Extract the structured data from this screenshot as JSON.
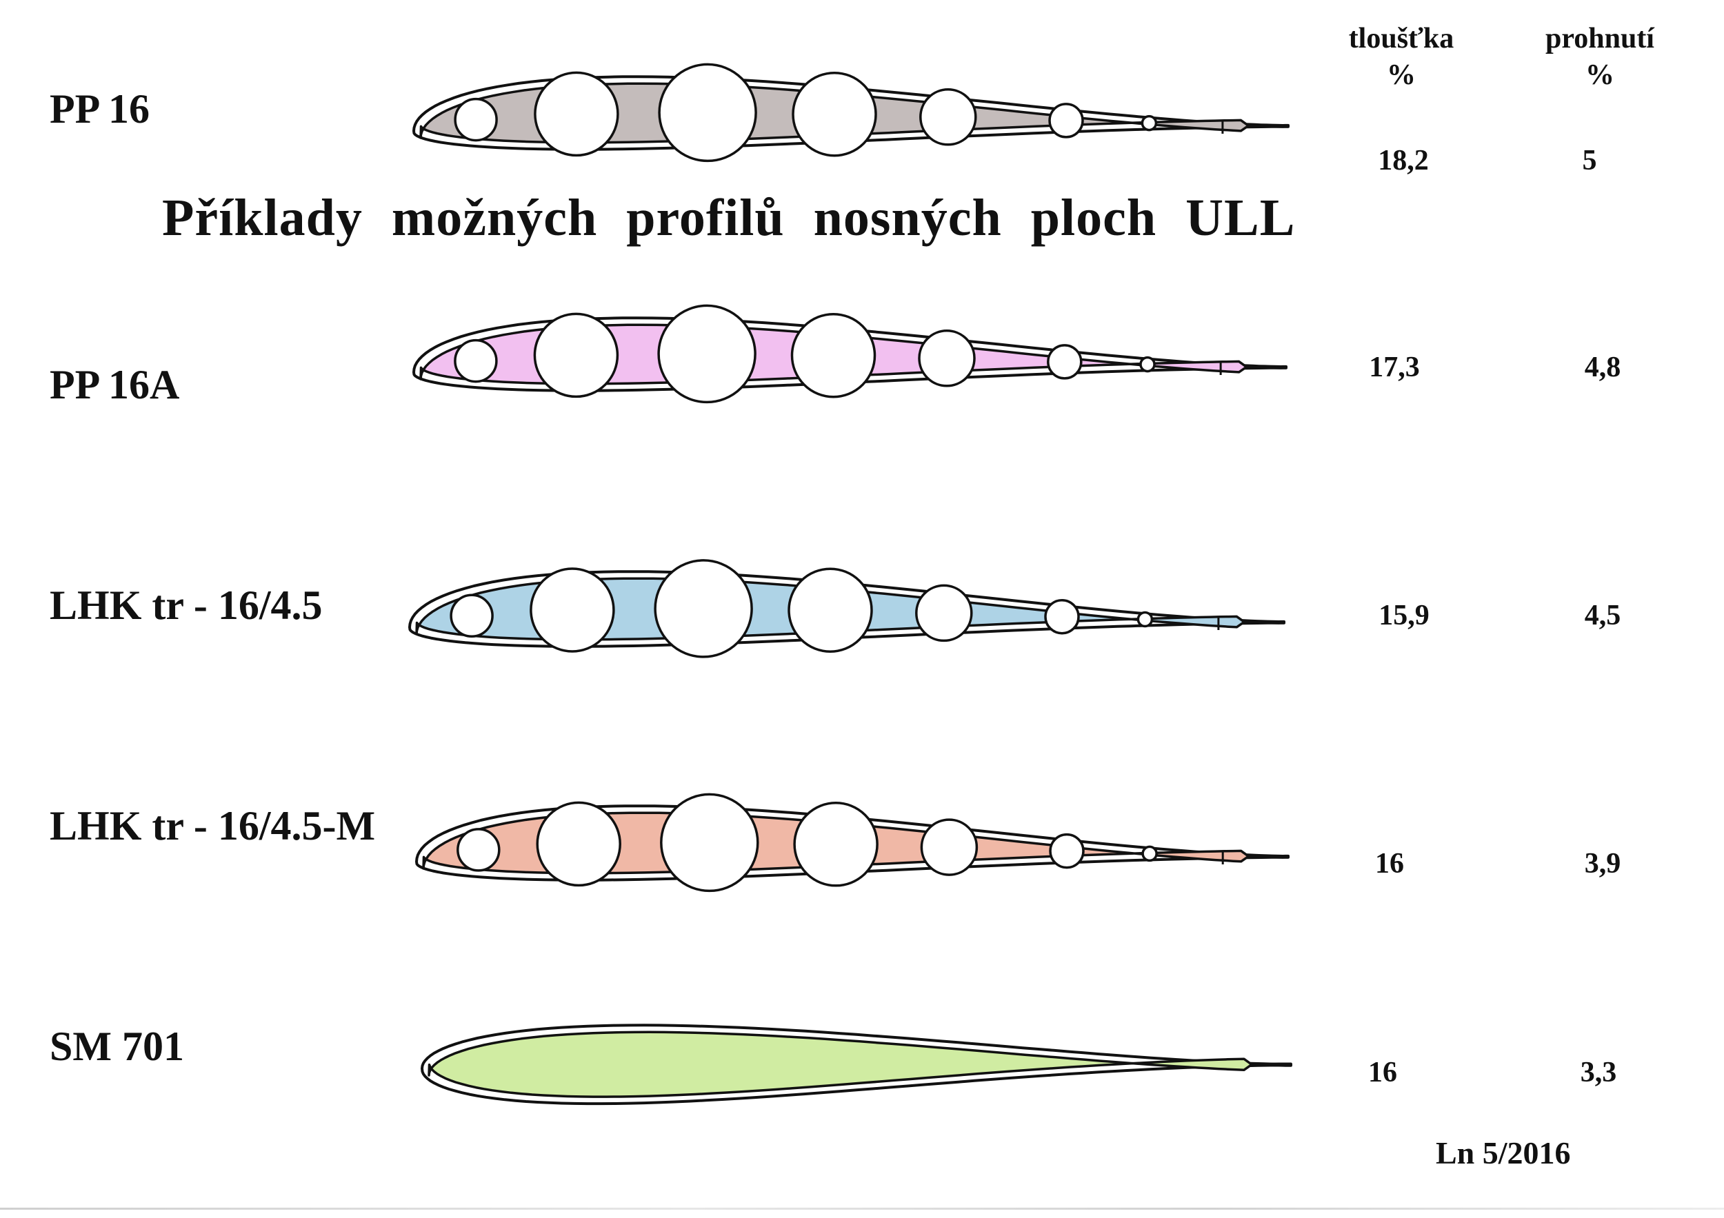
{
  "title": "Příklady možných profilů nosných ploch ULL",
  "headers": {
    "thickness_label": "tloušťka",
    "thickness_unit": "%",
    "camber_label": "prohnutí",
    "camber_unit": "%"
  },
  "profiles": [
    {
      "name": "PP  16",
      "thickness": "18,2",
      "camber": "5",
      "fill": "#c4bcbb",
      "holes": true
    },
    {
      "name": "PP 16A",
      "thickness": "17,3",
      "camber": "4,8",
      "fill": "#f2c0f0",
      "holes": true
    },
    {
      "name": "LHK tr - 16/4.5",
      "thickness": "15,9",
      "camber": "4,5",
      "fill": "#aed3e6",
      "holes": true
    },
    {
      "name": "LHK tr - 16/4.5-M",
      "thickness": "16",
      "camber": "3,9",
      "fill": "#f0b8a6",
      "holes": true
    },
    {
      "name": "SM  701",
      "thickness": "16",
      "camber": "3,3",
      "fill": "#d0eca2",
      "holes": false
    }
  ],
  "signature": "Ln 5/2016"
}
